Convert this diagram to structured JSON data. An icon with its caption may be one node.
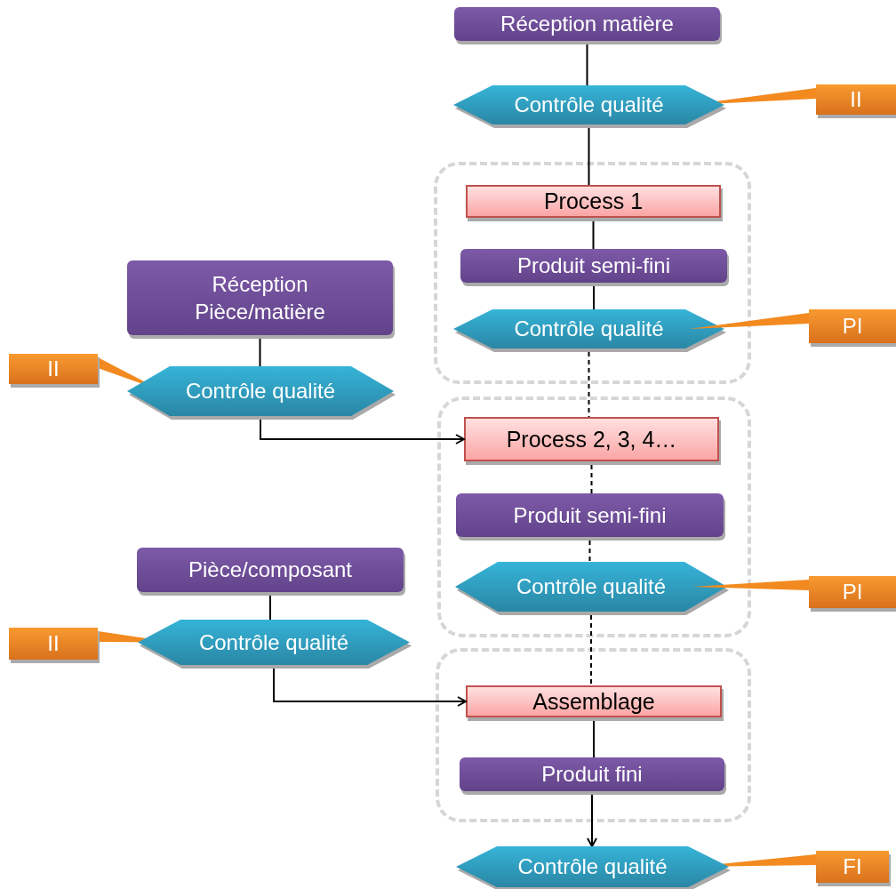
{
  "diagram": {
    "nodes": [
      {
        "text": [
          "Réception matière"
        ]
      },
      {
        "text": [
          "Contrôle qualité"
        ]
      },
      {
        "text": [
          "II"
        ]
      },
      {
        "text": [],
        "shape": "box"
      },
      {
        "text": [
          "Process 1"
        ],
        "in": 3
      },
      {
        "text": [
          "Produit semi-fini"
        ],
        "in": 3
      },
      {
        "text": [
          "Contrôle qualité"
        ],
        "in": 3
      },
      {
        "text": [
          "PI"
        ]
      },
      {
        "text": [
          "Réception Pièce/matière"
        ]
      },
      {
        "text": [
          "II"
        ]
      },
      {
        "text": [
          "Contrôle qualité"
        ]
      },
      {
        "text": [],
        "shape": "box"
      },
      {
        "text": [
          "Process 2, 3, 4…"
        ],
        "in": 11
      },
      {
        "text": [
          "Produit semi-fini"
        ],
        "in": 11
      },
      {
        "text": [
          "Contrôle qualité"
        ],
        "in": 11
      },
      {
        "text": [
          "PI"
        ]
      },
      {
        "text": [
          "Pièce/composant"
        ]
      },
      {
        "text": [
          "II"
        ]
      },
      {
        "text": [
          "Contrôle qualité"
        ]
      },
      {
        "text": [],
        "shape": "box"
      },
      {
        "text": [
          "Assemblage"
        ],
        "in": 19
      },
      {
        "text": [
          "Produit fini"
        ],
        "in": 19
      },
      {
        "text": [
          "Contrôle qualité"
        ]
      },
      {
        "text": [
          "FI"
        ]
      }
    ],
    "edges": [
      {
        "from": 0,
        "to": 1,
        "arrow": "none"
      },
      {
        "from": 1,
        "to": 4,
        "arrow": "none"
      },
      {
        "from": 4,
        "to": 5,
        "arrow": "none"
      },
      {
        "from": 5,
        "to": 6,
        "arrow": "none"
      },
      {
        "from": 6,
        "to": 12,
        "arrow": "none",
        "style": "dashed"
      },
      {
        "from": 12,
        "to": 13,
        "arrow": "none",
        "style": "dashed"
      },
      {
        "from": 13,
        "to": 14,
        "arrow": "none",
        "style": "dashed"
      },
      {
        "from": 14,
        "to": 20,
        "arrow": "none",
        "style": "dashed"
      },
      {
        "from": 20,
        "to": 21,
        "arrow": "none"
      },
      {
        "from": 21,
        "to": 22,
        "arrow": "to"
      },
      {
        "from": 8,
        "to": 10,
        "arrow": "none"
      },
      {
        "from": 10,
        "to": 12,
        "arrow": "to"
      },
      {
        "from": 16,
        "to": 18,
        "arrow": "none"
      },
      {
        "from": 18,
        "to": 20,
        "arrow": "to"
      },
      {
        "from": 2,
        "to": 1,
        "arrow": "none",
        "color": "#f28a1f"
      },
      {
        "from": 7,
        "to": 6,
        "arrow": "none",
        "color": "#f28a1f"
      },
      {
        "from": 9,
        "to": 10,
        "arrow": "none",
        "color": "#f28a1f"
      },
      {
        "from": 15,
        "to": 14,
        "arrow": "none",
        "color": "#f28a1f"
      },
      {
        "from": 17,
        "to": 18,
        "arrow": "none",
        "color": "#f28a1f"
      },
      {
        "from": 23,
        "to": 22,
        "arrow": "none",
        "color": "#f28a1f"
      }
    ]
  }
}
